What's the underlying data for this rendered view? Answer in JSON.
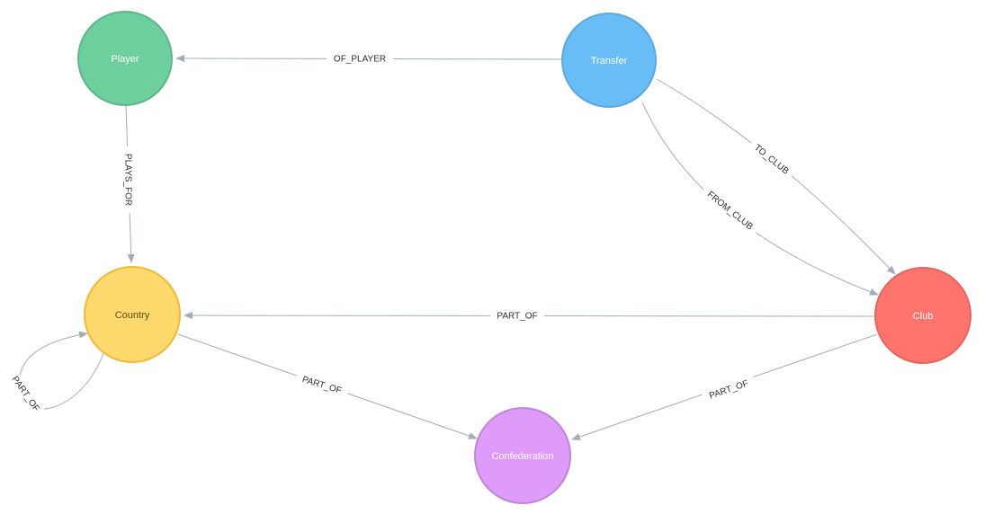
{
  "canvas": {
    "background": "#ffffff",
    "edge_color": "#A5ABB6",
    "edge_label_color": "#2e2e2e"
  },
  "nodes": {
    "player": {
      "label": "Player",
      "color": "#6DCE9E",
      "border": "#60B58B",
      "text_color": "#FFFFFF"
    },
    "transfer": {
      "label": "Transfer",
      "color": "#68BDF6",
      "border": "#5CA8DB",
      "text_color": "#FFFFFF"
    },
    "country": {
      "label": "Country",
      "color": "#FFD86E",
      "border": "#EDBA39",
      "text_color": "#604A0E"
    },
    "club": {
      "label": "Club",
      "color": "#FF756E",
      "border": "#E06760",
      "text_color": "#FFFFFF"
    },
    "confederation": {
      "label": "Confederation",
      "color": "#DE9BF9",
      "border": "#BF85D6",
      "text_color": "#FFFFFF"
    }
  },
  "relationships": {
    "of_player": {
      "label": "OF_PLAYER",
      "from": "Transfer",
      "to": "Player"
    },
    "plays_for": {
      "label": "PLAYS_FOR",
      "from": "Player",
      "to": "Country"
    },
    "to_club": {
      "label": "TO_CLUB",
      "from": "Transfer",
      "to": "Club"
    },
    "from_club": {
      "label": "FROM_CLUB",
      "from": "Transfer",
      "to": "Club"
    },
    "part_of_club_country": {
      "label": "PART_OF",
      "from": "Club",
      "to": "Country"
    },
    "part_of_country_self": {
      "label": "PART_OF",
      "from": "Country",
      "to": "Country"
    },
    "part_of_country_conf": {
      "label": "PART_OF",
      "from": "Country",
      "to": "Confederation"
    },
    "part_of_club_conf": {
      "label": "PART_OF",
      "from": "Club",
      "to": "Confederation"
    }
  }
}
